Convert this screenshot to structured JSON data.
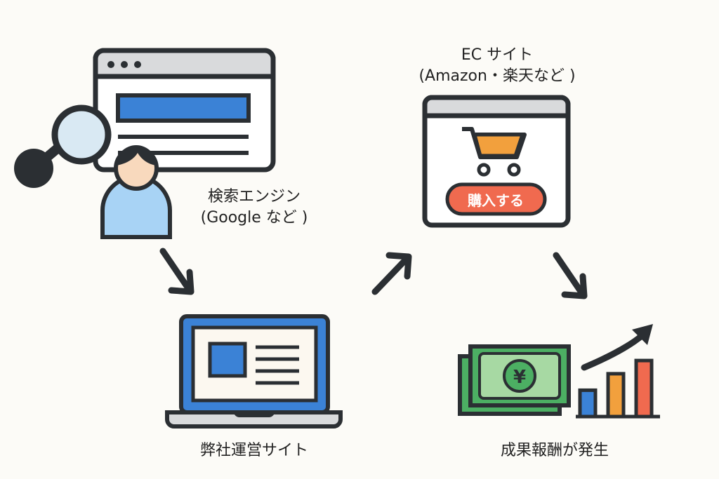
{
  "labels": {
    "search_engine": {
      "title": "検索エンジン",
      "subtitle": "(Google など )"
    },
    "ec_site": {
      "title": "EC サイト",
      "subtitle": "(Amazon・楽天など )"
    },
    "own_site": {
      "title": "弊社運営サイト"
    },
    "reward": {
      "title": "成果報酬が発生"
    }
  },
  "buy_button": "購入する",
  "currency_symbol": "¥",
  "bar_chart_levels": [
    0.4,
    0.65,
    0.85
  ],
  "colors": {
    "outline": "#2b2f33",
    "window_gray": "#d9dadc",
    "blue": "#3b82d6",
    "light_blue": "#a8d3f5",
    "magnifier_glass": "#d9e9f3",
    "skin": "#f8d9bd",
    "cart_orange": "#f2a03d",
    "button_red": "#f06a4f",
    "money_green": "#4caf63",
    "money_light": "#a7d9a3",
    "bar_blue": "#3b82d6",
    "bar_orange": "#f2a03d",
    "bar_red": "#f06a4f"
  }
}
